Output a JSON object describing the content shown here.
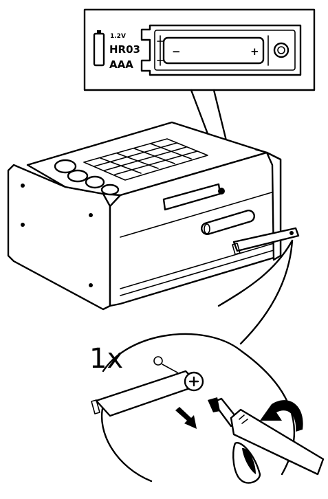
{
  "battery_callout": {
    "voltage": "1.2V",
    "type": "HR03",
    "size": "AAA",
    "minus_sign": "−",
    "plus_sign": "+"
  },
  "step_detail": {
    "count": "1x"
  },
  "icons": {
    "battery": "battery-icon",
    "screwdriver": "screwdriver-icon",
    "rotation_arrow": "counterclockwise-arrow-icon",
    "pull_arrow": "pull-arrow-icon",
    "screw": "screw-icon"
  },
  "colors": {
    "line": "#000000",
    "background": "#ffffff"
  }
}
